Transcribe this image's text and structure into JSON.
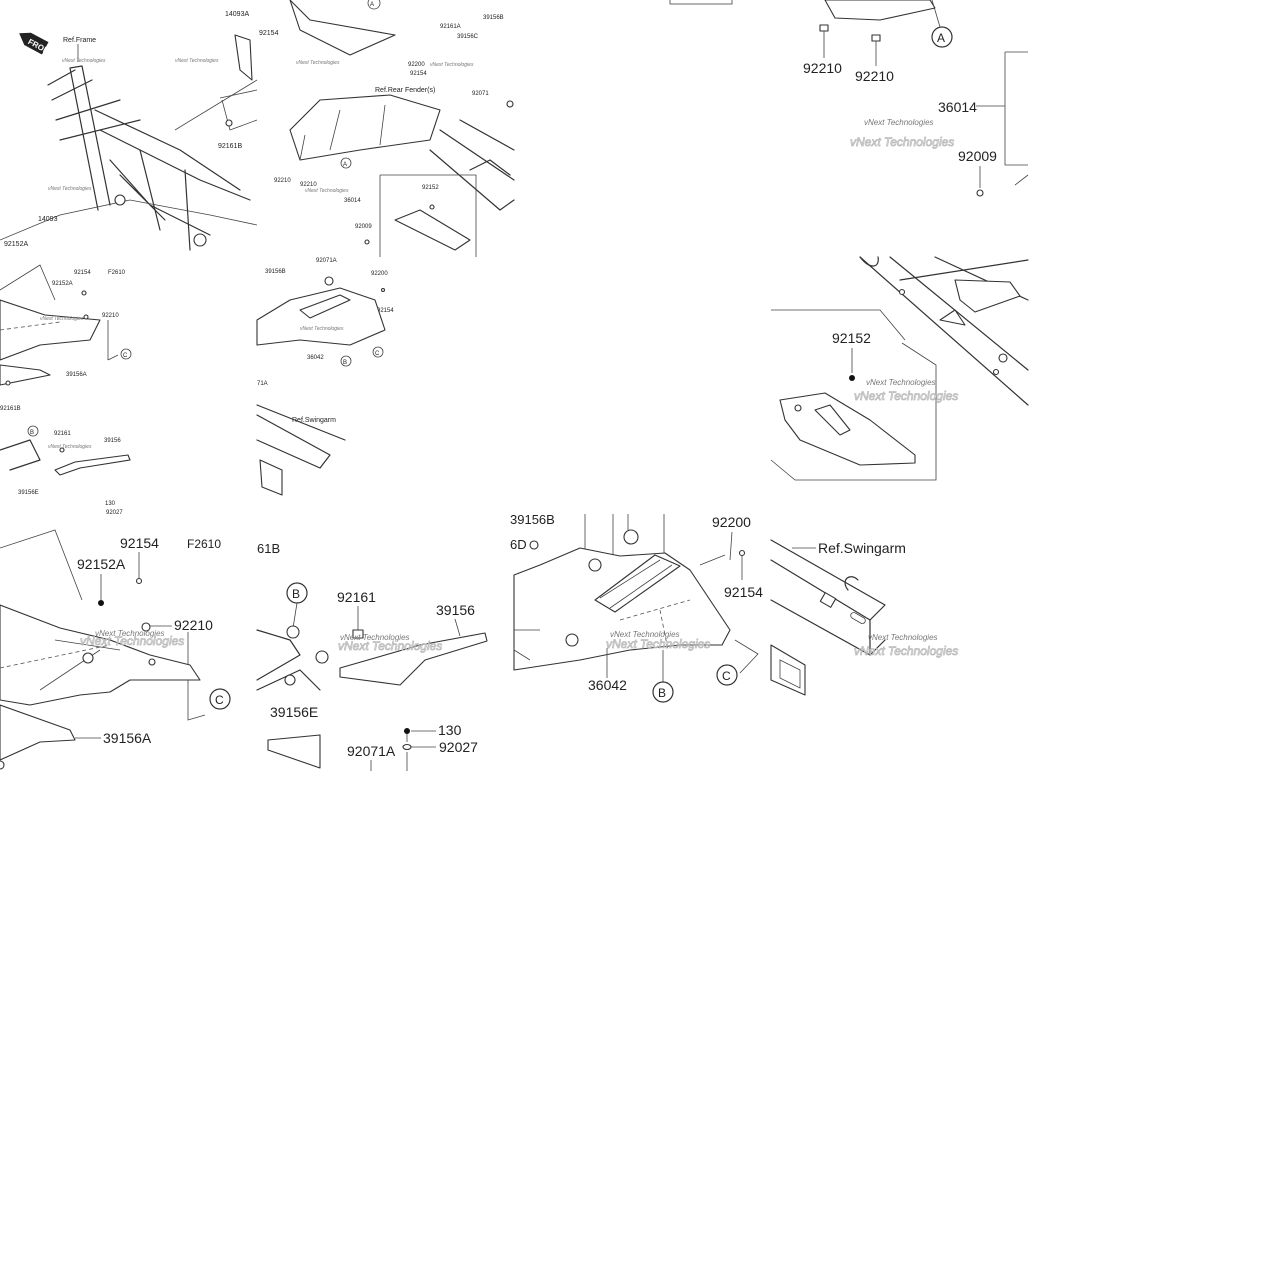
{
  "front_label": "FRONT",
  "figure_code": "F2610",
  "watermark": "vNext Technologies",
  "refs": {
    "frame": "Ref.Frame",
    "rear_fender": "Ref.Rear Fender(s)",
    "swingarm": "Ref.Swingarm"
  },
  "circles": {
    "a": "A",
    "b": "B",
    "c": "C"
  },
  "parts": {
    "p14093A": "14093A",
    "p14093": "14093",
    "p92154": "92154",
    "p92152A": "92152A",
    "p92161B": "92161B",
    "p92161A": "92161A",
    "p92161": "92161",
    "p92200": "92200",
    "p92210": "92210",
    "p92071": "92071",
    "p92071A": "92071A",
    "p92009": "92009",
    "p92152": "92152",
    "p92027": "92027",
    "p130": "130",
    "p36014": "36014",
    "p36042": "36042",
    "p39156": "39156",
    "p39156A": "39156A",
    "p39156B": "39156B",
    "p39156C": "39156C",
    "p39156E": "39156E",
    "p39156D_frag": "6D",
    "p92161B_frag": "61B",
    "p39156B_frag": "39156B",
    "p92071A_frag": "71A"
  }
}
